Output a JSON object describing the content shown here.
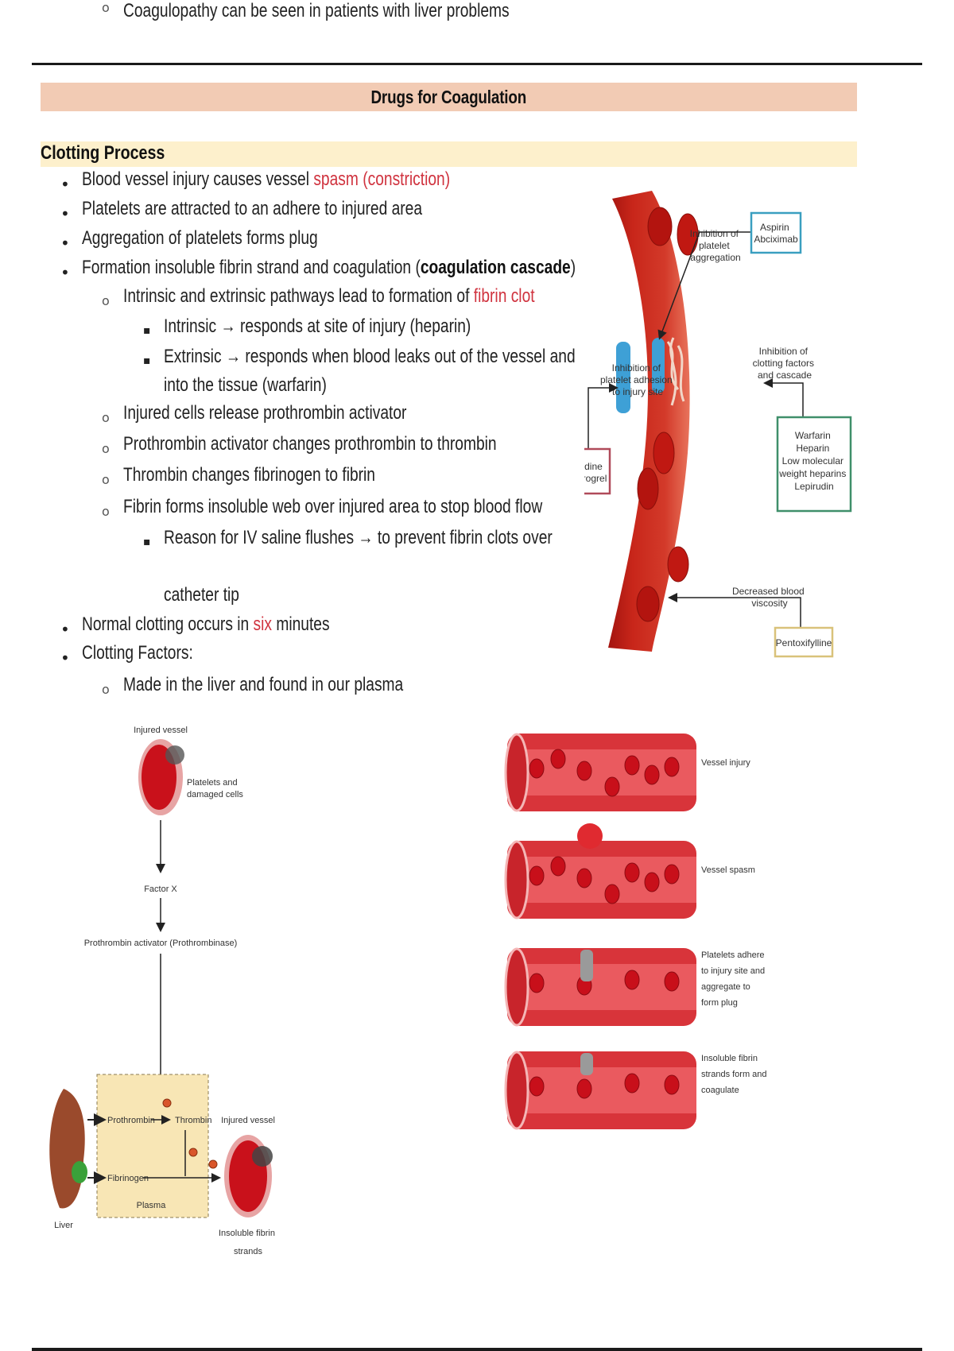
{
  "document": {
    "title": "Drugs for Coagulation",
    "section_heading": "Clotting Process",
    "bullets": [
      {
        "level": 1,
        "parts": [
          {
            "text": "Blood vessel injury causes vessel ",
            "style": "normal"
          },
          {
            "text": "spasm (constriction)",
            "style": "red"
          }
        ]
      },
      {
        "level": 1,
        "parts": [
          {
            "text": "Platelets are attracted to an adhere to injured area",
            "style": "normal"
          }
        ]
      },
      {
        "level": 1,
        "parts": [
          {
            "text": "Aggregation of platelets forms plug",
            "style": "normal"
          }
        ]
      },
      {
        "level": 1,
        "parts": [
          {
            "text": "Formation insoluble fibrin strand and coagulation (",
            "style": "normal"
          },
          {
            "text": "coagulation cascade",
            "style": "bold"
          },
          {
            "text": ")",
            "style": "normal"
          }
        ]
      },
      {
        "level": 2,
        "parts": [
          {
            "text": "Intrinsic and extrinsic pathways lead to formation of ",
            "style": "normal"
          },
          {
            "text": "fibrin clot",
            "style": "red"
          }
        ]
      },
      {
        "level": 3,
        "parts": [
          {
            "text": "Intrinsic → responds at site of injury (heparin)",
            "style": "normal"
          }
        ]
      },
      {
        "level": 3,
        "parts": [
          {
            "text": "Extrinsic → responds when blood leaks out of the vessel and",
            "style": "normal"
          }
        ],
        "continuation": "into the tissue (warfarin)"
      },
      {
        "level": 2,
        "parts": [
          {
            "text": "Injured cells release prothrombin activator",
            "style": "normal"
          }
        ]
      },
      {
        "level": 2,
        "parts": [
          {
            "text": "Prothrombin activator changes prothrombin to thrombin",
            "style": "normal"
          }
        ]
      },
      {
        "level": 2,
        "parts": [
          {
            "text": "Thrombin changes fibrinogen to fibrin",
            "style": "normal"
          }
        ]
      },
      {
        "level": 2,
        "parts": [
          {
            "text": "Fibrin forms insoluble web over injured area to stop blood flow",
            "style": "normal"
          }
        ]
      },
      {
        "level": 3,
        "parts": [
          {
            "text": "Reason for IV saline flushes → to prevent fibrin clots over",
            "style": "normal"
          }
        ],
        "continuation": "catheter tip"
      },
      {
        "level": 1,
        "parts": [
          {
            "text": "Normal clotting occurs in ",
            "style": "normal"
          },
          {
            "text": "six",
            "style": "red"
          },
          {
            "text": " minutes",
            "style": "normal"
          }
        ]
      },
      {
        "level": 1,
        "parts": [
          {
            "text": "Clotting Factors:",
            "style": "normal"
          }
        ]
      },
      {
        "level": 2,
        "parts": [
          {
            "text": "Made in the liver and found in our plasma",
            "style": "normal"
          }
        ]
      },
      {
        "level": 2,
        "parts": [
          {
            "text": "Coagulopathy can be seen in patients with liver problems",
            "style": "normal"
          }
        ]
      }
    ],
    "bullet_glyphs": {
      "level1": "•",
      "level2": "o",
      "level3": "▪"
    }
  },
  "figure_drug_targets": {
    "callouts": {
      "aggregation": [
        "Inhibition of",
        "platelet",
        "aggregation"
      ],
      "adhesion": [
        "Inhibition of",
        "platelet adhesion",
        "to injury site"
      ],
      "clotting": [
        "Inhibition of",
        "clotting factors",
        "and cascade"
      ],
      "viscosity": [
        "Decreased blood",
        "viscosity"
      ]
    },
    "drug_boxes": {
      "aspirin": {
        "lines": [
          "Aspirin",
          "Abciximab"
        ],
        "border_color": "#3a9fc0"
      },
      "ticlopidine": {
        "lines": [
          "Ticlopidine",
          "Clopidrogrel"
        ],
        "border_color": "#b04a5a"
      },
      "warfarin": {
        "lines": [
          "Warfarin",
          "Heparin",
          "Low molecular",
          "weight heparins",
          "Lepirudin"
        ],
        "border_color": "#3f8f6a"
      },
      "pentoxifylline": {
        "lines": [
          "Pentoxifylline"
        ],
        "border_color": "#d9c27a"
      }
    }
  },
  "figure_cascade": {
    "labels": {
      "injured_vessel_top": "Injured vessel",
      "platelets": [
        "Platelets and",
        "damaged cells"
      ],
      "factor_x": "Factor X",
      "prothrombin_activator": "Prothrombin activator (Prothrombinase)",
      "prothrombin": "Prothrombin",
      "thrombin": "Thrombin",
      "fibrinogen": "Fibrinogen",
      "plasma": "Plasma",
      "liver": "Liver",
      "injured_vessel_bottom": "Injured vessel",
      "fibrin_strands": [
        "Insoluble fibrin",
        "strands"
      ]
    }
  },
  "figure_stages": {
    "stages": [
      {
        "label": [
          "Vessel injury"
        ]
      },
      {
        "label": [
          "Vessel spasm"
        ]
      },
      {
        "label": [
          "Platelets adhere",
          "to injury site and",
          "aggregate to",
          "form plug"
        ]
      },
      {
        "label": [
          "Insoluble fibrin",
          "strands form and",
          "coagulate"
        ]
      }
    ]
  },
  "colors": {
    "title_bar": "#f2cbb4",
    "section_bar": "#fdf0cc",
    "highlight_red": "#d0333f"
  }
}
